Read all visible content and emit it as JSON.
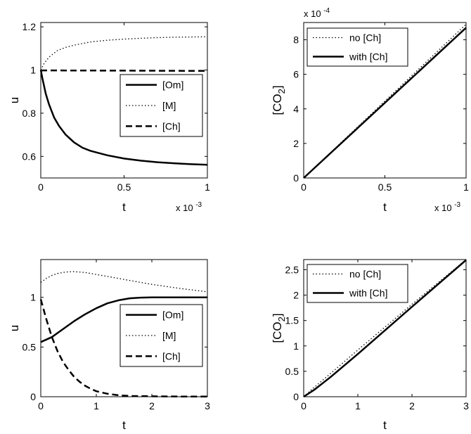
{
  "chart_data": [
    {
      "type": "line",
      "xlabel": "t",
      "ylabel": "u",
      "x_multiplier": "x 10",
      "x_multiplier_exp": "-3",
      "xlim": [
        0,
        1
      ],
      "ylim": [
        0.5,
        1.22
      ],
      "xticks": [
        0,
        0.5,
        1
      ],
      "xtick_labels": [
        "0",
        "0.5",
        "1"
      ],
      "yticks": [
        0.6,
        0.8,
        1.0,
        1.2
      ],
      "ytick_labels": [
        "0.6",
        "0.8",
        "1",
        "1.2"
      ],
      "legend_position": "center-right",
      "series": [
        {
          "name": "[Om]",
          "style": "solid",
          "x": [
            0,
            0.01,
            0.03,
            0.05,
            0.08,
            0.11,
            0.15,
            0.2,
            0.25,
            0.3,
            0.4,
            0.5,
            0.6,
            0.7,
            0.8,
            0.9,
            1.0
          ],
          "values": [
            1.0,
            0.96,
            0.89,
            0.84,
            0.78,
            0.74,
            0.7,
            0.665,
            0.64,
            0.625,
            0.605,
            0.59,
            0.58,
            0.573,
            0.568,
            0.564,
            0.561
          ]
        },
        {
          "name": "[M]",
          "style": "dotted",
          "x": [
            0,
            0.02,
            0.05,
            0.1,
            0.15,
            0.2,
            0.3,
            0.4,
            0.5,
            0.6,
            0.7,
            0.8,
            0.9,
            1.0
          ],
          "values": [
            1.0,
            1.03,
            1.06,
            1.09,
            1.105,
            1.115,
            1.13,
            1.138,
            1.143,
            1.147,
            1.15,
            1.152,
            1.153,
            1.154
          ]
        },
        {
          "name": "[Ch]",
          "style": "dashed",
          "x": [
            0,
            0.5,
            1.0
          ],
          "values": [
            0.998,
            0.997,
            0.996
          ]
        }
      ]
    },
    {
      "type": "line",
      "xlabel": "t",
      "ylabel": "[CO",
      "ylabel_sub": "2",
      "ylabel_end": "]",
      "x_multiplier": "x 10",
      "x_multiplier_exp": "-3",
      "y_multiplier": "x 10",
      "y_multiplier_exp": "-4",
      "xlim": [
        0,
        1
      ],
      "ylim": [
        0,
        9
      ],
      "xticks": [
        0,
        0.5,
        1
      ],
      "xtick_labels": [
        "0",
        "0.5",
        "1"
      ],
      "yticks": [
        0,
        2,
        4,
        6,
        8
      ],
      "ytick_labels": [
        "0",
        "2",
        "4",
        "6",
        "8"
      ],
      "legend_position": "top-left",
      "series": [
        {
          "name": "no [Ch]",
          "style": "dotted",
          "x": [
            0,
            1.0
          ],
          "values": [
            0.0,
            8.9
          ]
        },
        {
          "name": "with [Ch]",
          "style": "solid",
          "x": [
            0,
            1.0
          ],
          "values": [
            0.0,
            8.7
          ]
        }
      ]
    },
    {
      "type": "line",
      "xlabel": "t",
      "ylabel": "u",
      "xlim": [
        0,
        3
      ],
      "ylim": [
        0,
        1.38
      ],
      "xticks": [
        0,
        1,
        2,
        3
      ],
      "xtick_labels": [
        "0",
        "1",
        "2",
        "3"
      ],
      "yticks": [
        0,
        0.5,
        1.0
      ],
      "ytick_labels": [
        "0",
        "0.5",
        "1"
      ],
      "legend_position": "bottom-right",
      "series": [
        {
          "name": "[Om]",
          "style": "solid",
          "x": [
            0,
            0.2,
            0.4,
            0.6,
            0.8,
            1.0,
            1.2,
            1.4,
            1.6,
            1.8,
            2.0,
            2.5,
            3.0
          ],
          "values": [
            0.55,
            0.6,
            0.68,
            0.76,
            0.83,
            0.89,
            0.94,
            0.97,
            0.99,
            0.997,
            1.0,
            1.0,
            1.0
          ]
        },
        {
          "name": "[M]",
          "style": "dotted",
          "x": [
            0,
            0.1,
            0.2,
            0.3,
            0.45,
            0.6,
            0.8,
            1.0,
            1.3,
            1.6,
            2.0,
            2.5,
            3.0
          ],
          "values": [
            1.15,
            1.19,
            1.22,
            1.24,
            1.255,
            1.258,
            1.25,
            1.23,
            1.2,
            1.17,
            1.13,
            1.09,
            1.055
          ]
        },
        {
          "name": "[Ch]",
          "style": "dashed",
          "x": [
            0,
            0.1,
            0.2,
            0.3,
            0.4,
            0.5,
            0.6,
            0.7,
            0.8,
            0.9,
            1.0,
            1.2,
            1.4,
            1.6,
            2.0,
            2.5,
            3.0
          ],
          "values": [
            0.98,
            0.78,
            0.6,
            0.46,
            0.35,
            0.27,
            0.2,
            0.15,
            0.11,
            0.08,
            0.055,
            0.03,
            0.015,
            0.008,
            0.004,
            0.002,
            0.002
          ]
        }
      ]
    },
    {
      "type": "line",
      "xlabel": "t",
      "ylabel": "[CO",
      "ylabel_sub": "2",
      "ylabel_end": "]",
      "xlim": [
        0,
        3
      ],
      "ylim": [
        0,
        2.7
      ],
      "xticks": [
        0,
        1,
        2,
        3
      ],
      "xtick_labels": [
        "0",
        "1",
        "2",
        "3"
      ],
      "yticks": [
        0,
        0.5,
        1.0,
        1.5,
        2.0,
        2.5
      ],
      "ytick_labels": [
        "0",
        "0.5",
        "1",
        "1.5",
        "2",
        "2.5"
      ],
      "legend_position": "top-left",
      "series": [
        {
          "name": "no [Ch]",
          "style": "dotted",
          "x": [
            0,
            0.2,
            0.5,
            1.0,
            2.0,
            3.0
          ],
          "values": [
            0.0,
            0.19,
            0.46,
            0.92,
            1.82,
            2.7
          ]
        },
        {
          "name": "with [Ch]",
          "style": "solid",
          "x": [
            0,
            0.2,
            0.5,
            1.0,
            2.0,
            3.0
          ],
          "values": [
            0.0,
            0.14,
            0.39,
            0.84,
            1.77,
            2.69
          ]
        }
      ]
    }
  ]
}
